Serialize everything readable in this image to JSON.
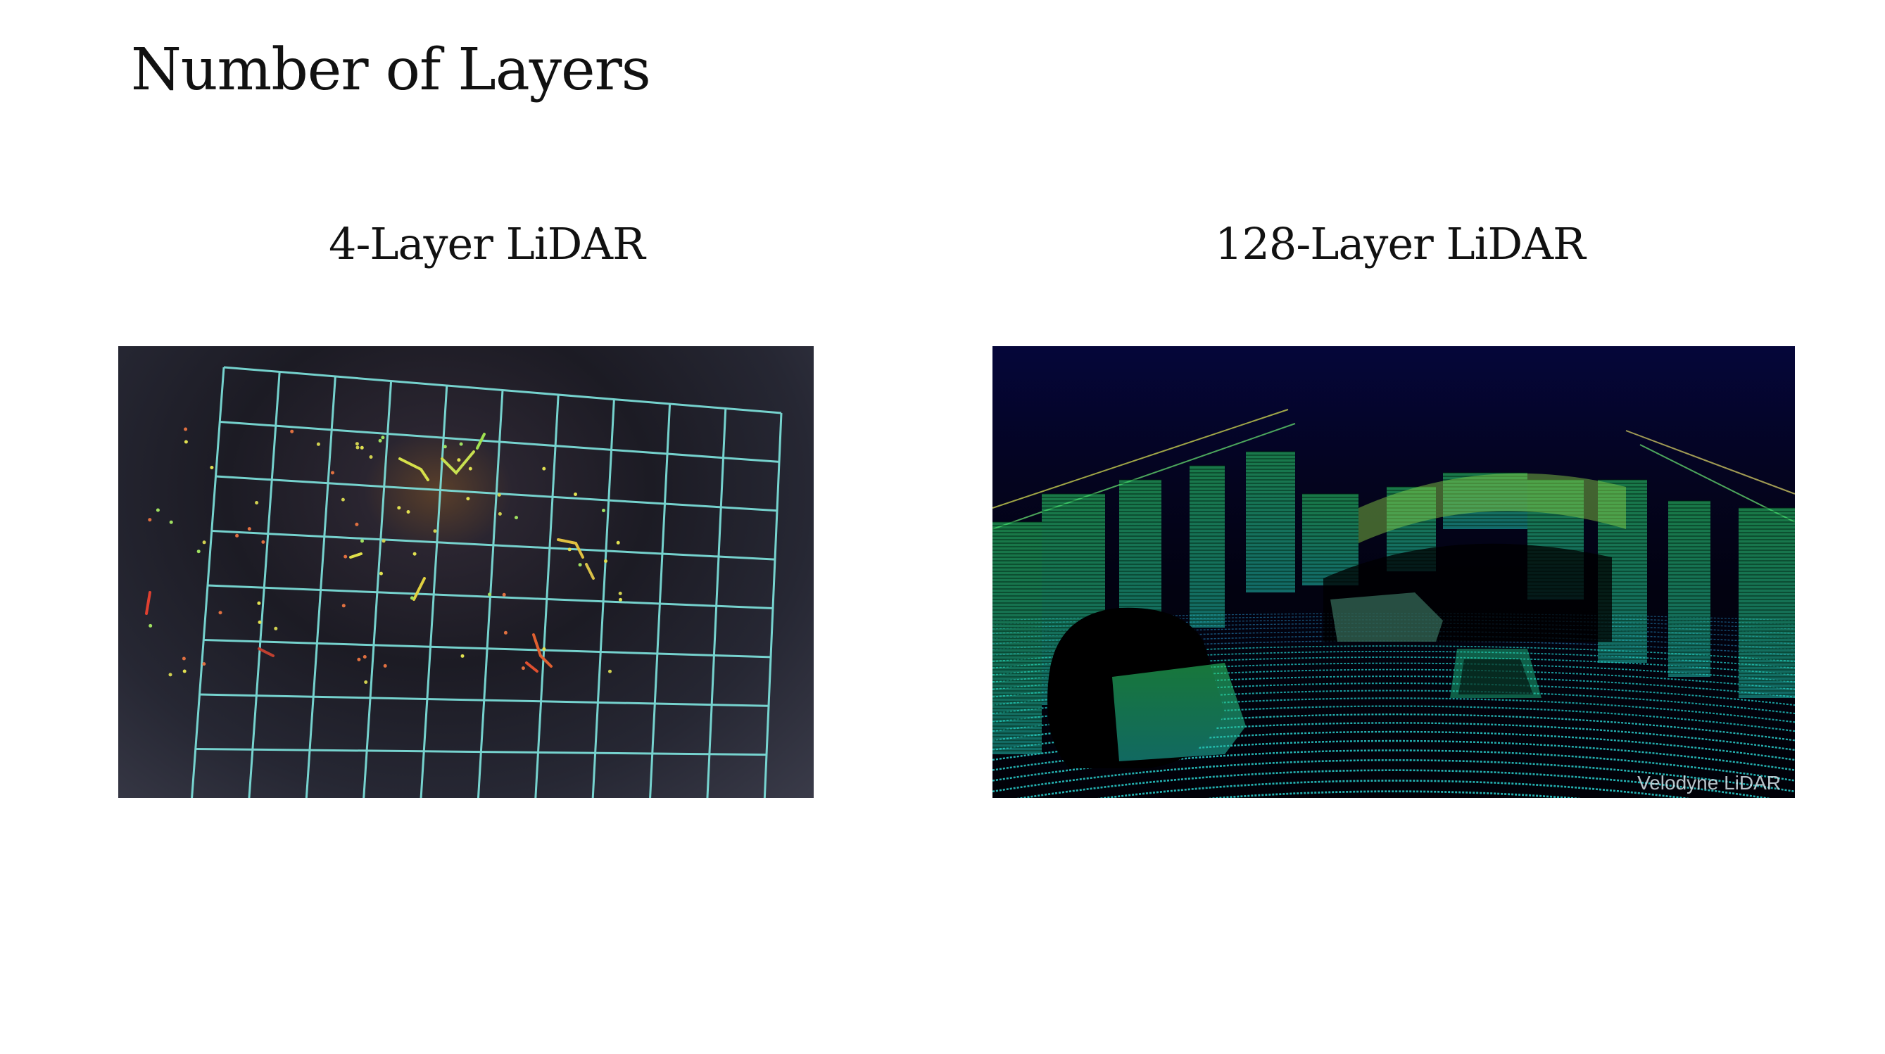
{
  "slide": {
    "title": "Number of Layers"
  },
  "panels": [
    {
      "caption": "4-Layer LiDAR",
      "image": "4-layer lidar point cloud with cyan grid overlay"
    },
    {
      "caption": "128-Layer LiDAR",
      "image": "dense 128-layer lidar point cloud street scene",
      "watermark": "Velodyne LiDAR"
    }
  ]
}
